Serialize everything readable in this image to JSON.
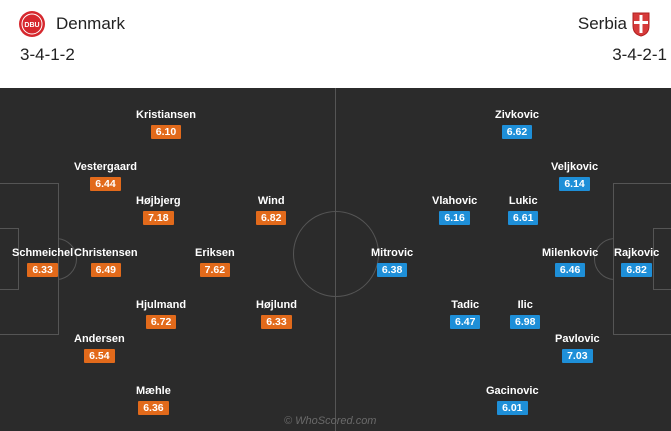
{
  "home": {
    "name": "Denmark",
    "formation": "3-4-1-2",
    "badge_text": "DBU",
    "color": "#e26a1b",
    "players": [
      {
        "name": "Kristiansen",
        "rating": "6.10"
      },
      {
        "name": "Vestergaard",
        "rating": "6.44"
      },
      {
        "name": "Højbjerg",
        "rating": "7.18"
      },
      {
        "name": "Wind",
        "rating": "6.82"
      },
      {
        "name": "Schmeichel",
        "rating": "6.33"
      },
      {
        "name": "Christensen",
        "rating": "6.49"
      },
      {
        "name": "Eriksen",
        "rating": "7.62"
      },
      {
        "name": "Hjulmand",
        "rating": "6.72"
      },
      {
        "name": "Højlund",
        "rating": "6.33"
      },
      {
        "name": "Andersen",
        "rating": "6.54"
      },
      {
        "name": "Mæhle",
        "rating": "6.36"
      }
    ]
  },
  "away": {
    "name": "Serbia",
    "formation": "3-4-2-1",
    "color": "#1e8fd8",
    "players": [
      {
        "name": "Zivkovic",
        "rating": "6.62"
      },
      {
        "name": "Veljkovic",
        "rating": "6.14"
      },
      {
        "name": "Vlahovic",
        "rating": "6.16"
      },
      {
        "name": "Lukic",
        "rating": "6.61"
      },
      {
        "name": "Mitrovic",
        "rating": "6.38"
      },
      {
        "name": "Milenkovic",
        "rating": "6.46"
      },
      {
        "name": "Rajkovic",
        "rating": "6.82"
      },
      {
        "name": "Tadic",
        "rating": "6.47"
      },
      {
        "name": "Ilic",
        "rating": "6.98"
      },
      {
        "name": "Pavlovic",
        "rating": "7.03"
      },
      {
        "name": "Gacinovic",
        "rating": "6.01"
      }
    ]
  },
  "watermark": "© WhoScored.com"
}
